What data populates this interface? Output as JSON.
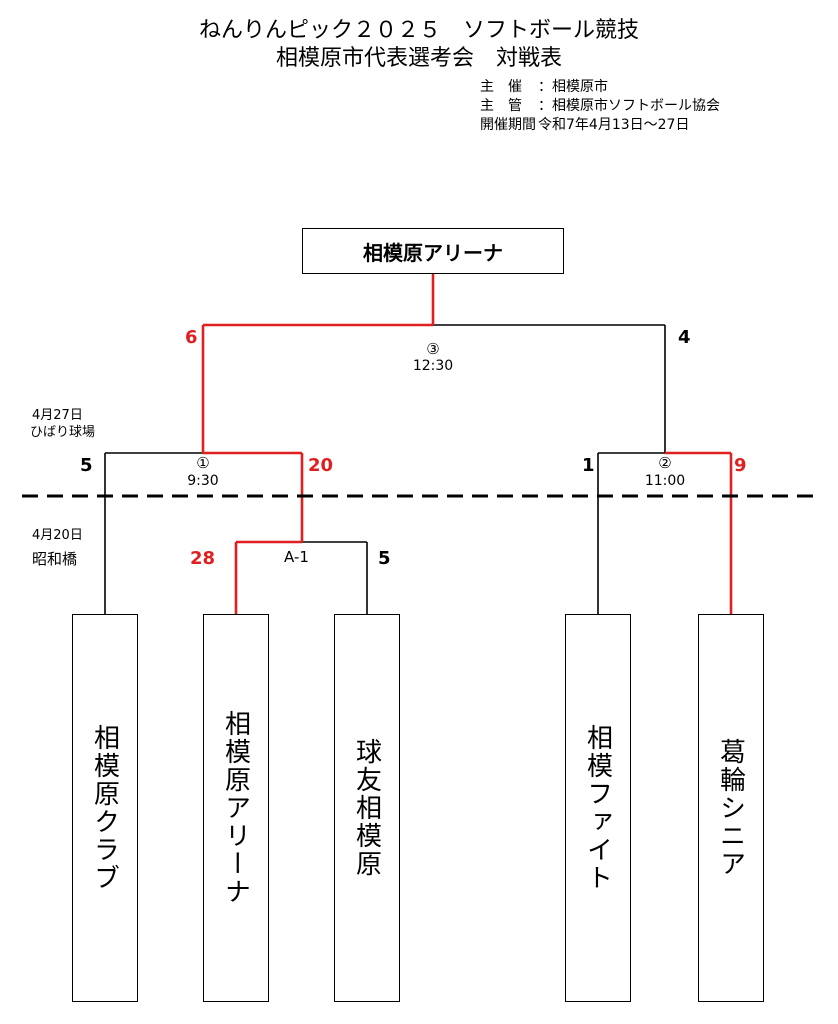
{
  "header": {
    "title_line1": "ねんりんピック２０２５　ソフトボール競技",
    "title_line2": "相模原市代表選考会　対戦表",
    "organizer_label": "主　催",
    "organizer_value": "：相模原市",
    "manager_label": "主　管",
    "manager_value": "：相模原市ソフトボール協会",
    "period_label": "開催期間",
    "period_value": "令和7年4月13日～27日"
  },
  "champion": "相模原アリーナ",
  "rounds": {
    "semifinal_date": "4月27日",
    "semifinal_venue": "ひばり球場",
    "first_date": "4月20日",
    "first_venue": "昭和橋"
  },
  "games": {
    "final": {
      "number": "③",
      "time": "12:30",
      "score_left": "6",
      "score_right": "4"
    },
    "game1": {
      "number": "①",
      "time": "9:30",
      "score_left": "5",
      "score_right": "20"
    },
    "game2": {
      "number": "②",
      "time": "11:00",
      "score_left": "1",
      "score_right": "9"
    },
    "a1": {
      "label": "A-1",
      "score_left": "28",
      "score_right": "5"
    }
  },
  "teams": [
    "相模原クラブ",
    "相模原アリーナ",
    "球友相模原",
    "相模ファイト",
    "葛輪シニア"
  ],
  "colors": {
    "winner_line": "#e02020",
    "line": "#000000"
  }
}
